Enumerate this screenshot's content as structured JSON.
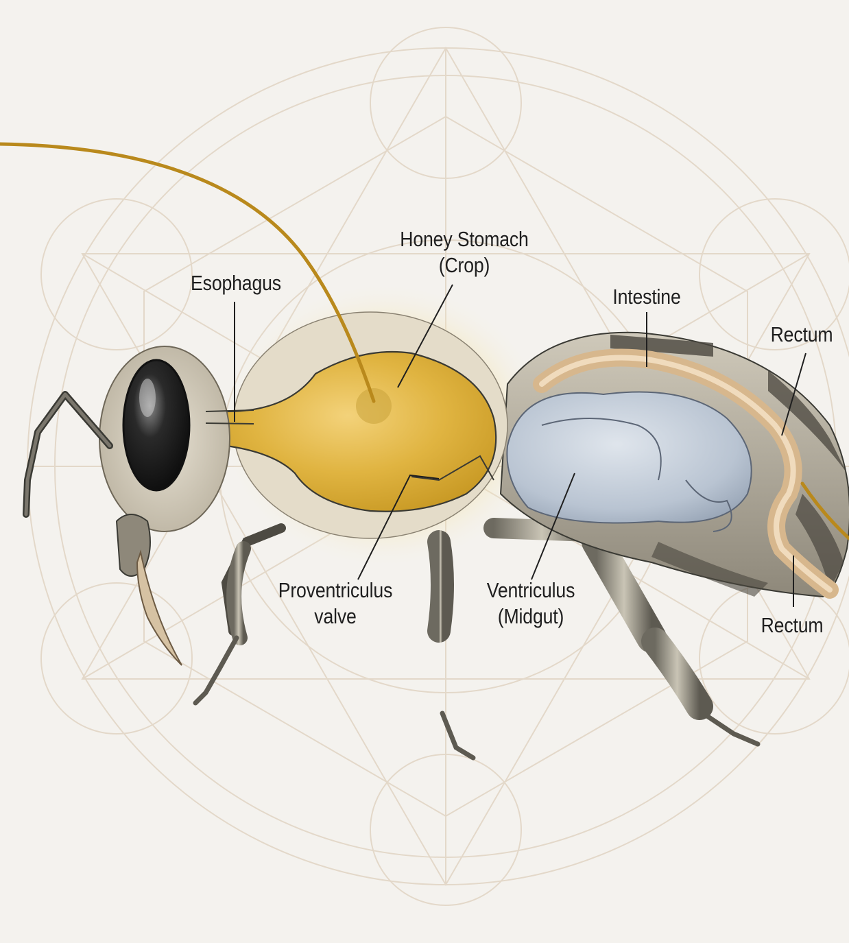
{
  "diagram": {
    "labels": {
      "esophagus": "Esophagus",
      "honey_stomach": {
        "line1": "Honey Stomach",
        "line2": "(Crop)"
      },
      "intestine": "Intestine",
      "rectum_upper": "Rectum",
      "proventriculus": {
        "line1": "Proventriculus",
        "line2": "valve"
      },
      "ventriculus": {
        "line1": "Ventriculus",
        "line2": "(Midgut)"
      },
      "rectum_lower": "Rectum"
    }
  },
  "colors": {
    "background": "#f4f2ee",
    "geometry_lines": "#e2d6c6",
    "honey_stomach": "#e2b63c",
    "honey_glow": "#f1d26a",
    "ventriculus": "#bfc9d6",
    "intestine": "#d7b78d",
    "pointer_line": "#b9891c",
    "body_outline": "#3a3a34",
    "label_text": "#1f1f1f"
  }
}
